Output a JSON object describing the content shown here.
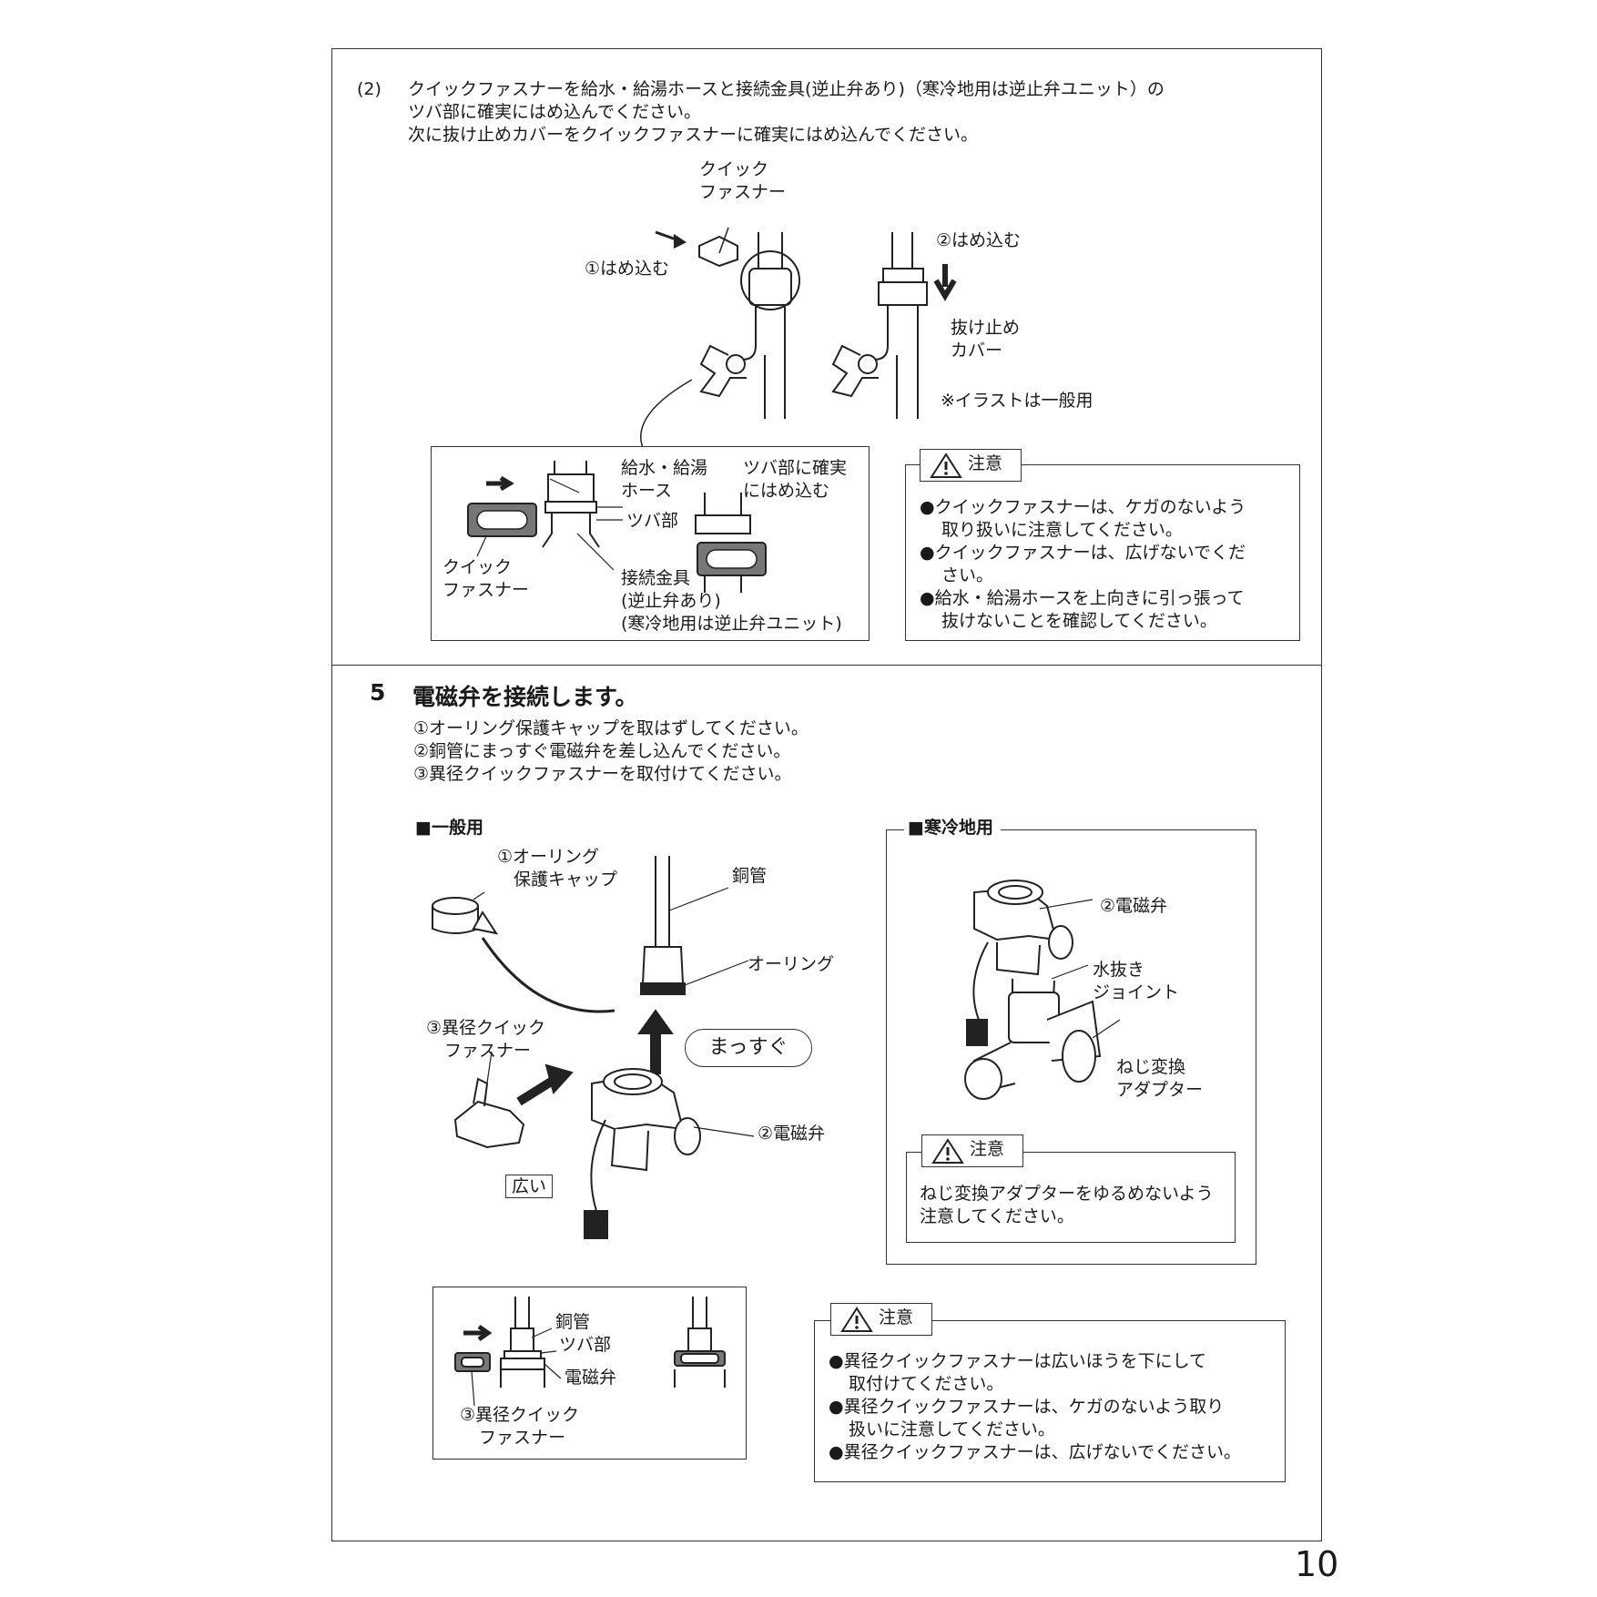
{
  "section2": {
    "number": "(2)",
    "line1": "クイックファスナーを給水・給湯ホースと接続金具(逆止弁あり)（寒冷地用は逆止弁ユニット）の",
    "line2": "ツバ部に確実にはめ込んでください。",
    "line3": "次に抜け止めカバーをクイックファスナーに確実にはめ込んでください。",
    "fig": {
      "quick_l1": "クイック",
      "quick_l2": "ファスナー",
      "step1": "①はめ込む",
      "step2": "②はめ込む",
      "cover_l1": "抜け止め",
      "cover_l2": "カバー",
      "note": "※イラストは一般用"
    },
    "detail": {
      "hose_l1": "給水・給湯",
      "hose_l2": "ホース",
      "tsuba": "ツバ部",
      "quick_l1": "クイック",
      "quick_l2": "ファスナー",
      "fitting_l1": "接続金具",
      "fitting_l2": "(逆止弁あり)",
      "fitting_l3": "(寒冷地用は逆止弁ユニット)",
      "insert_l1": "ツバ部に確実",
      "insert_l2": "にはめ込む"
    },
    "caution": {
      "title": "注意",
      "l1": "●クイックファスナーは、ケガのないよう",
      "l2": "取り扱いに注意してください。",
      "l3": "●クイックファスナーは、広げないでくだ",
      "l4": "さい。",
      "l5": "●給水・給湯ホースを上向きに引っ張って",
      "l6": "抜けないことを確認してください。"
    }
  },
  "section5": {
    "number": "5",
    "title": "電磁弁を接続します。",
    "step1": "①オーリング保護キャップを取はずしてください。",
    "step2": "②銅管にまっすぐ電磁弁を差し込んでください。",
    "step3": "③異径クイックファスナーを取付けてください。",
    "general": {
      "label": "■一般用",
      "cap_l1": "①オーリング",
      "cap_l2": "保護キャップ",
      "copper": "銅管",
      "oring": "オーリング",
      "straight": "まっすぐ",
      "fastener_l1": "③異径クイック",
      "fastener_l2": "ファスナー",
      "wide": "広い",
      "valve": "②電磁弁"
    },
    "cold": {
      "label": "■寒冷地用",
      "valve": "②電磁弁",
      "drain_l1": "水抜き",
      "drain_l2": "ジョイント",
      "adapter_l1": "ねじ変換",
      "adapter_l2": "アダプター",
      "caution_title": "注意",
      "caution_l1": "ねじ変換アダプターをゆるめないよう",
      "caution_l2": "注意してください。"
    },
    "detail": {
      "copper": "銅管",
      "tsuba": "ツバ部",
      "valve": "電磁弁",
      "fastener_l1": "③異径クイック",
      "fastener_l2": "ファスナー"
    },
    "caution": {
      "title": "注意",
      "l1": "●異径クイックファスナーは広いほうを下にして",
      "l2": "取付けてください。",
      "l3": "●異径クイックファスナーは、ケガのないよう取り",
      "l4": "扱いに注意してください。",
      "l5": "●異径クイックファスナーは、広げないでください。"
    }
  },
  "page_number": "10"
}
